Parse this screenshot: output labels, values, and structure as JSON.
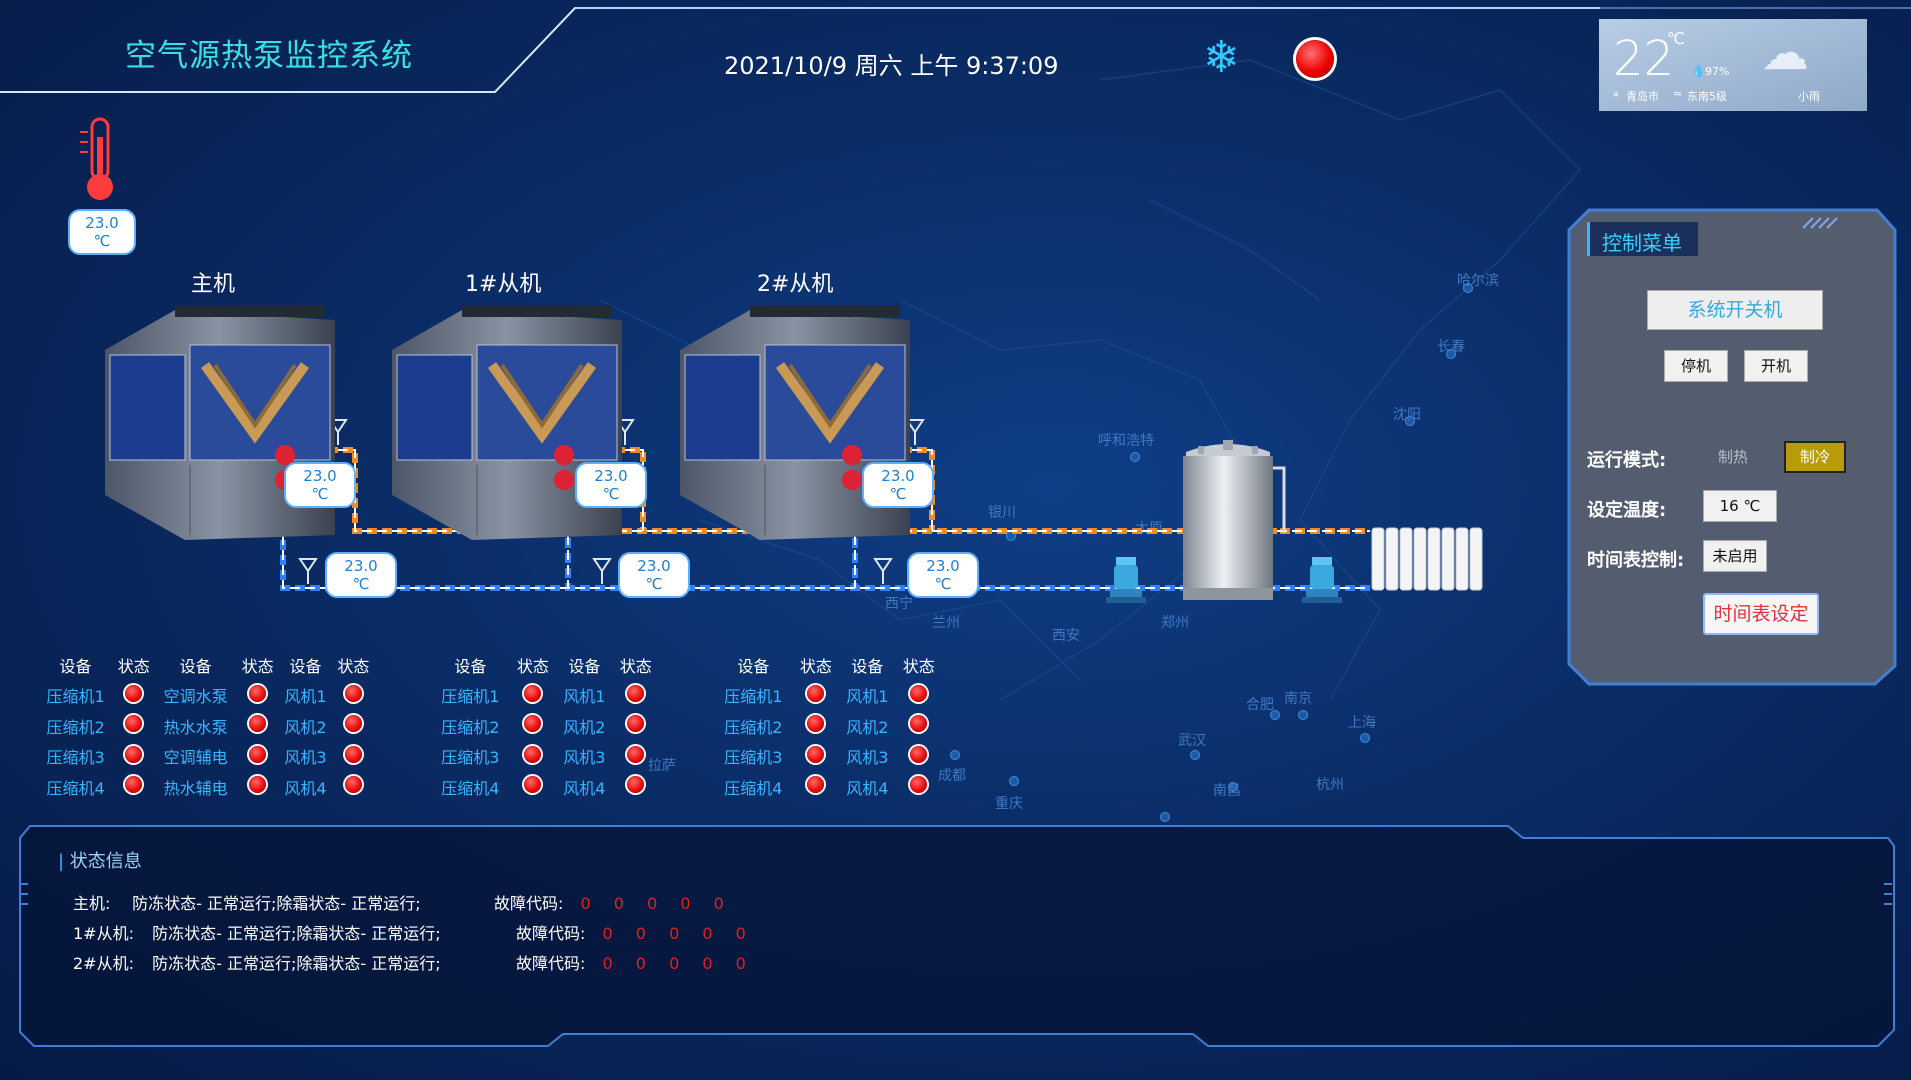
{
  "header": {
    "title": "空气源热泵监控系统",
    "datetime": "2021/10/9 周六 上午 9:37:09"
  },
  "icons": {
    "mode": "snowflake-icon",
    "alarm": "alarm-lamp-icon",
    "thermometer": "thermometer-icon"
  },
  "weather": {
    "temp": "22",
    "unit": "℃",
    "humidity": "97%",
    "city": "青岛市",
    "wind": "东南5级",
    "condition": "小雨"
  },
  "env_temp": "23.0 ℃",
  "units": [
    {
      "label": "主机",
      "temp_out": "23.0 ℃",
      "temp_in": "23.0 ℃"
    },
    {
      "label": "1#从机",
      "temp_out": "23.0 ℃",
      "temp_in": "23.0 ℃"
    },
    {
      "label": "2#从机",
      "temp_out": "23.0 ℃",
      "temp_in": "23.0 ℃"
    }
  ],
  "map_cities": [
    "哈尔滨",
    "长春",
    "沈阳",
    "呼和浩特",
    "银川",
    "太原",
    "西宁",
    "兰州",
    "西安",
    "郑州",
    "合肥",
    "南京",
    "上海",
    "武汉",
    "杭州",
    "成都",
    "重庆",
    "南昌",
    "拉萨"
  ],
  "device_tables": {
    "headers": {
      "device": "设备",
      "status": "状态"
    },
    "main": {
      "col1": [
        "压缩机1",
        "压缩机2",
        "压缩机3",
        "压缩机4"
      ],
      "col2": [
        "空调水泵",
        "热水水泵",
        "空调辅电",
        "热水辅电"
      ],
      "col3": [
        "风机1",
        "风机2",
        "风机3",
        "风机4"
      ]
    },
    "slave1": {
      "col1": [
        "压缩机1",
        "压缩机2",
        "压缩机3",
        "压缩机4"
      ],
      "col2": [
        "风机1",
        "风机2",
        "风机3",
        "风机4"
      ]
    },
    "slave2": {
      "col1": [
        "压缩机1",
        "压缩机2",
        "压缩机3",
        "压缩机4"
      ],
      "col2": [
        "风机1",
        "风机2",
        "风机3",
        "风机4"
      ]
    }
  },
  "control_menu": {
    "title": "控制菜单",
    "power_button": "系统开关机",
    "stop_button": "停机",
    "start_button": "开机",
    "mode_label": "运行模式:",
    "mode_heat": "制热",
    "mode_cool": "制冷",
    "set_temp_label": "设定温度:",
    "set_temp_value": "16 ℃",
    "schedule_label": "时间表控制:",
    "schedule_value": "未启用",
    "schedule_button": "时间表设定"
  },
  "status_info": {
    "title": "状态信息",
    "rows": [
      {
        "unit": "主机:",
        "text": "防冻状态- 正常运行;除霜状态- 正常运行;",
        "fault_label": "故障代码:",
        "codes": [
          "0",
          "0",
          "0",
          "0",
          "0"
        ]
      },
      {
        "unit": "1#从机:",
        "text": "防冻状态- 正常运行;除霜状态- 正常运行;",
        "fault_label": "故障代码:",
        "codes": [
          "0",
          "0",
          "0",
          "0",
          "0"
        ]
      },
      {
        "unit": "2#从机:",
        "text": "防冻状态- 正常运行;除霜状态- 正常运行;",
        "fault_label": "故障代码:",
        "codes": [
          "0",
          "0",
          "0",
          "0",
          "0"
        ]
      }
    ]
  },
  "colors": {
    "accent": "#35b6ff",
    "hot_pipe": "#f08a24",
    "cold_pipe": "#2f7fff",
    "alarm": "#e80d0d",
    "active_mode": "#b89b0a"
  }
}
